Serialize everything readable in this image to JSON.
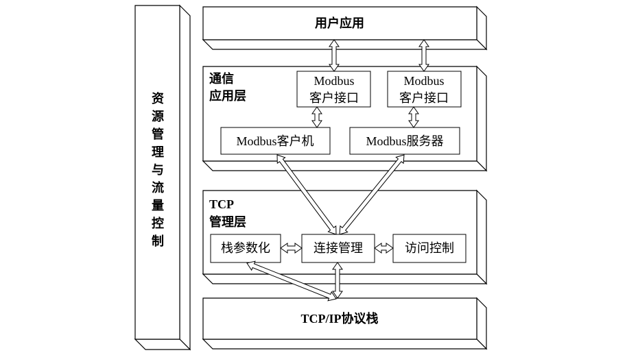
{
  "diagram": {
    "side_panel": {
      "label": "资源管理与流量控制"
    },
    "user_app": {
      "label": "用户应用"
    },
    "comm_app_layer": {
      "title_lines": [
        "通信",
        "应用层"
      ],
      "client_interface_left": {
        "lines": [
          "Modbus",
          "客户接口"
        ]
      },
      "client_interface_right": {
        "lines": [
          "Modbus",
          "客户接口"
        ]
      },
      "modbus_client": {
        "label": "Modbus客户机"
      },
      "modbus_server": {
        "label": "Modbus服务器"
      }
    },
    "tcp_mgmt_layer": {
      "title_lines": [
        "TCP",
        "管理层"
      ],
      "stack_parameterization": {
        "label": "栈参数化"
      },
      "connection_management": {
        "label": "连接管理"
      },
      "access_control": {
        "label": "访问控制"
      }
    },
    "tcpip_stack": {
      "label": "TCP/IP协议栈"
    }
  }
}
